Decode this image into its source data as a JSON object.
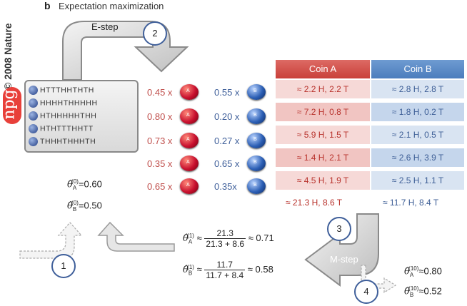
{
  "panel_letter": "b",
  "panel_title": "Expectation maximization",
  "side_credit": "© 2008 Nature",
  "logo_text": "npg",
  "sequences": [
    "HTTTHHTHTH",
    "HHHHTHHHHH",
    "HTHHHHHTHH",
    "HTHTTTHHTT",
    "THHHTHHHTH"
  ],
  "weights_A": [
    "0.45 x",
    "0.80 x",
    "0.73 x",
    "0.35 x",
    "0.65 x"
  ],
  "weights_B": [
    "0.55 x",
    "0.20 x",
    "0.27 x",
    "0.65 x",
    "0.35x"
  ],
  "coin_letter_A": "A",
  "coin_letter_B": "B",
  "table": {
    "header_A": "Coin A",
    "header_B": "Coin B",
    "rows_A": [
      "≈ 2.2 H, 2.2 T",
      "≈ 7.2 H, 0.8 T",
      "≈ 5.9 H, 1.5 T",
      "≈ 1.4 H, 2.1 T",
      "≈ 4.5 H, 1.9 T"
    ],
    "rows_B": [
      "≈ 2.8 H, 2.8 T",
      "≈ 1.8 H, 0.2 T",
      "≈ 2.1 H, 0.5 T",
      "≈ 2.6 H, 3.9 T",
      "≈ 2.5 H, 1.1 T"
    ],
    "total_A": "≈ 21.3 H, 8.6 T",
    "total_B": "≈ 11.7 H, 8.4 T",
    "colors": {
      "coin_A": "#c9403a",
      "coin_B": "#4c7dbd"
    }
  },
  "initial": {
    "theta_A": "=0.60",
    "theta_B": "=0.50"
  },
  "mstep_formulas": {
    "A_num": "21.3",
    "A_den": "21.3 + 8.6",
    "A_result": "≈ 0.71",
    "B_num": "11.7",
    "B_den": "11.7 + 8.4",
    "B_result": "≈ 0.58"
  },
  "final": {
    "theta_A": "≈0.80",
    "theta_B": "≈0.52"
  },
  "step_labels": {
    "estep": "E-step",
    "mstep": "M-step"
  },
  "steps": [
    "1",
    "2",
    "3",
    "4"
  ],
  "theta_symbol": "θ̂",
  "sub_A": "A",
  "sub_B": "B",
  "sup_0": "(0)",
  "sup_1": "(1)",
  "sup_10": "(10)",
  "approx": "≈"
}
